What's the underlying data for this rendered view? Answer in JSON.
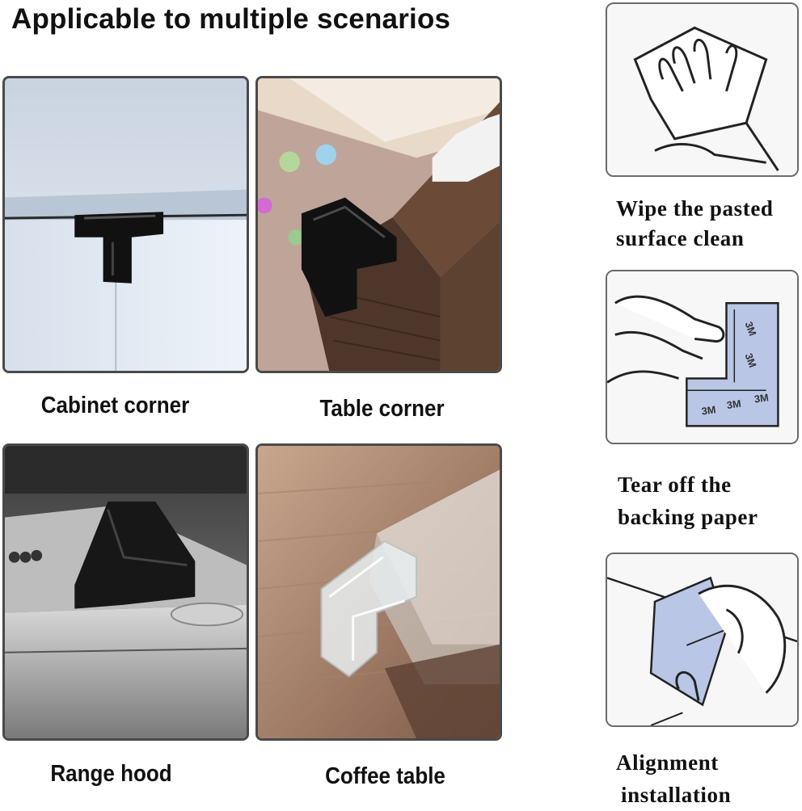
{
  "heading": "Applicable to multiple scenarios",
  "scenarios": [
    {
      "label": "Cabinet corner"
    },
    {
      "label": "Table corner"
    },
    {
      "label": "Range hood"
    },
    {
      "label": "Coffee table"
    }
  ],
  "steps": [
    {
      "line1": "Wipe the pasted",
      "line2": "surface clean"
    },
    {
      "line1": "Tear off the",
      "line2": "backing paper",
      "tape_text": "3M"
    },
    {
      "line1": "Alignment",
      "line2": "installation"
    }
  ],
  "colors": {
    "black_guard": "#111111",
    "wood": "#5a3e2e",
    "clear_guard": "#e8eef0",
    "tape_blue": "#b9c6e6"
  }
}
